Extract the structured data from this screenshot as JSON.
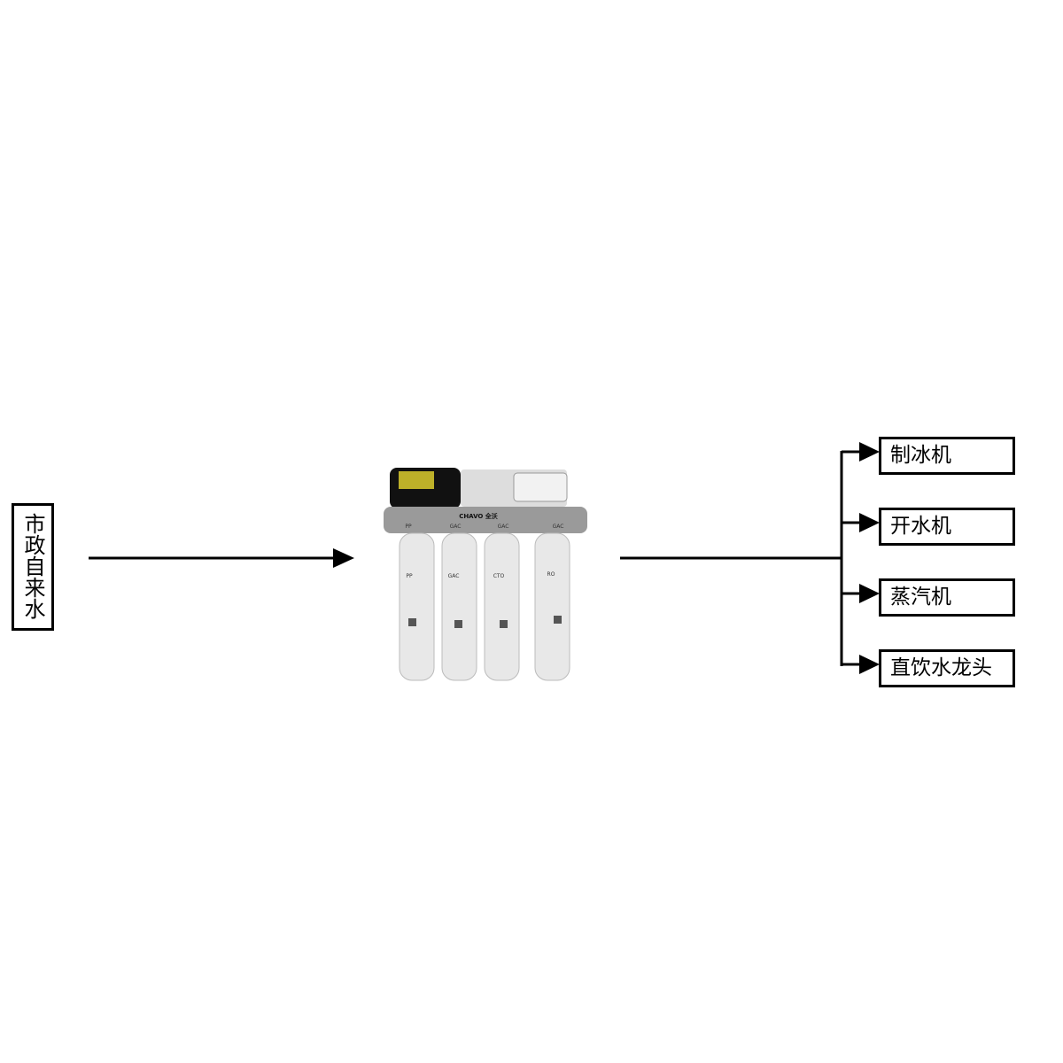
{
  "source": {
    "label": "市政自来水"
  },
  "device": {
    "brand": "CHAVO 全沃",
    "plate_labels": [
      "PP",
      "GAC",
      "GAC",
      "GAC"
    ],
    "cartridges": [
      "PP",
      "GAC",
      "CTO",
      "RO"
    ]
  },
  "outputs": [
    {
      "label": "制冰机"
    },
    {
      "label": "开水机"
    },
    {
      "label": "蒸汽机"
    },
    {
      "label": "直饮水龙头"
    }
  ]
}
